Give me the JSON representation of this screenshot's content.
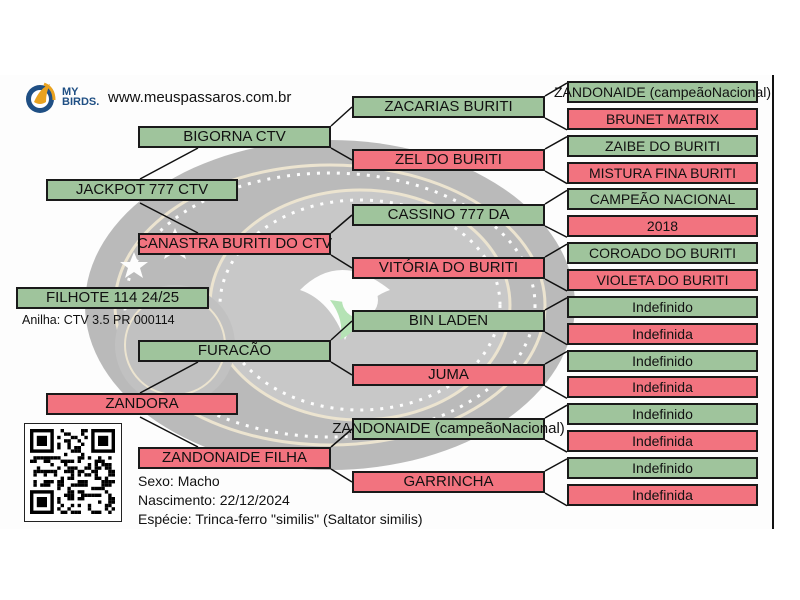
{
  "header": {
    "logo_text_top": "MY",
    "logo_text_bottom": "BIRDS.",
    "website": "www.meuspassaros.com.br"
  },
  "subject": {
    "name": "FILHOTE 114 24/25",
    "ring": "Anilha: CTV 3.5 PR 000114",
    "sex": "Sexo: Macho",
    "birth": "Nascimento: 22/12/2024",
    "species": "Espécie: Trinca-ferro \"similis\" (Saltator similis)"
  },
  "colors": {
    "male": "#9fc49c",
    "female": "#f2737f"
  },
  "pedigree": {
    "parents": [
      {
        "name": "JACKPOT 777 CTV",
        "sex": "male"
      },
      {
        "name": "ZANDORA",
        "sex": "female"
      }
    ],
    "grandparents": [
      {
        "name": "BIGORNA CTV",
        "sex": "male"
      },
      {
        "name": "CANASTRA BURITI DO CTV",
        "sex": "female"
      },
      {
        "name": "FURACÃO",
        "sex": "male"
      },
      {
        "name": "ZANDONAIDE FILHA",
        "sex": "female"
      }
    ],
    "great_grandparents": [
      {
        "name": "ZACARIAS BURITI",
        "sex": "male"
      },
      {
        "name": "ZEL DO BURITI",
        "sex": "female"
      },
      {
        "name": "CASSINO 777 DA",
        "sex": "male"
      },
      {
        "name": "VITÓRIA DO BURITI",
        "sex": "female"
      },
      {
        "name": "BIN LADEN",
        "sex": "male"
      },
      {
        "name": "JUMA",
        "sex": "female"
      },
      {
        "name": "ZANDONAIDE (campeãoNacional)",
        "sex": "male"
      },
      {
        "name": "GARRINCHA",
        "sex": "female"
      }
    ],
    "great_great_grandparents": [
      {
        "name": "ZANDONAIDE (campeãoNacional)",
        "sex": "male"
      },
      {
        "name": "BRUNET MATRIX",
        "sex": "female"
      },
      {
        "name": "ZAIBE DO BURITI",
        "sex": "male"
      },
      {
        "name": "MISTURA FINA BURITI",
        "sex": "female"
      },
      {
        "name": "CAMPEÃO NACIONAL",
        "sex": "male"
      },
      {
        "name": "2018",
        "sex": "female"
      },
      {
        "name": "COROADO DO BURITI",
        "sex": "male"
      },
      {
        "name": "VIOLETA DO BURITI",
        "sex": "female"
      },
      {
        "name": "Indefinido",
        "sex": "male"
      },
      {
        "name": "Indefinida",
        "sex": "female"
      },
      {
        "name": "Indefinido",
        "sex": "male"
      },
      {
        "name": "Indefinida",
        "sex": "female"
      },
      {
        "name": "Indefinido",
        "sex": "male"
      },
      {
        "name": "Indefinida",
        "sex": "female"
      },
      {
        "name": "Indefinido",
        "sex": "male"
      },
      {
        "name": "Indefinida",
        "sex": "female"
      }
    ]
  }
}
